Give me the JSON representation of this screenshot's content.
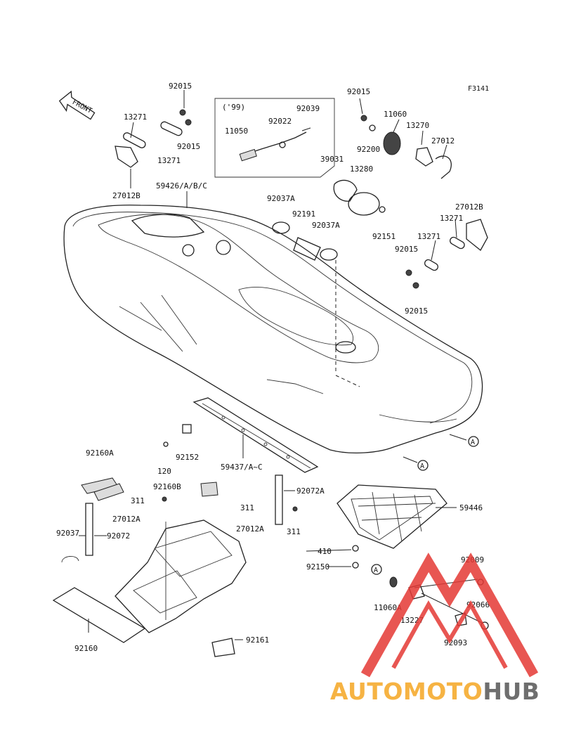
{
  "figure_code": "F3141",
  "front_label": "FRONT",
  "inset_label": "('99)",
  "callouts": [
    "A",
    "A",
    "A"
  ],
  "parts": [
    {
      "id": "p1",
      "number": "92015"
    },
    {
      "id": "p2",
      "number": "13271"
    },
    {
      "id": "p3",
      "number": "92015"
    },
    {
      "id": "p4",
      "number": "13271"
    },
    {
      "id": "p5",
      "number": "27012B"
    },
    {
      "id": "p6",
      "number": "59426/A/B/C"
    },
    {
      "id": "p7",
      "number": "92039"
    },
    {
      "id": "p8",
      "number": "92022"
    },
    {
      "id": "p9",
      "number": "11050"
    },
    {
      "id": "p10",
      "number": "92015"
    },
    {
      "id": "p11",
      "number": "11060"
    },
    {
      "id": "p12",
      "number": "13270"
    },
    {
      "id": "p13",
      "number": "27012"
    },
    {
      "id": "p14",
      "number": "92200"
    },
    {
      "id": "p15",
      "number": "39031"
    },
    {
      "id": "p16",
      "number": "13280"
    },
    {
      "id": "p17",
      "number": "92037A"
    },
    {
      "id": "p18",
      "number": "92191"
    },
    {
      "id": "p19",
      "number": "92037A"
    },
    {
      "id": "p20",
      "number": "92151"
    },
    {
      "id": "p21",
      "number": "27012B"
    },
    {
      "id": "p22",
      "number": "13271"
    },
    {
      "id": "p23",
      "number": "13271"
    },
    {
      "id": "p24",
      "number": "92015"
    },
    {
      "id": "p25",
      "number": "92015"
    },
    {
      "id": "p26",
      "number": "92160A"
    },
    {
      "id": "p27",
      "number": "92152"
    },
    {
      "id": "p28",
      "number": "120"
    },
    {
      "id": "p29",
      "number": "59437/A~C"
    },
    {
      "id": "p30",
      "number": "92160B"
    },
    {
      "id": "p31",
      "number": "92072A"
    },
    {
      "id": "p32",
      "number": "311"
    },
    {
      "id": "p33",
      "number": "311"
    },
    {
      "id": "p34",
      "number": "27012A"
    },
    {
      "id": "p35",
      "number": "27012A"
    },
    {
      "id": "p36",
      "number": "311"
    },
    {
      "id": "p37",
      "number": "59446"
    },
    {
      "id": "p38",
      "number": "92037"
    },
    {
      "id": "p39",
      "number": "92072"
    },
    {
      "id": "p40",
      "number": "410"
    },
    {
      "id": "p41",
      "number": "92009"
    },
    {
      "id": "p42",
      "number": "92150"
    },
    {
      "id": "p43",
      "number": "11060A"
    },
    {
      "id": "p44",
      "number": "92066"
    },
    {
      "id": "p45",
      "number": "13227"
    },
    {
      "id": "p46",
      "number": "92093"
    },
    {
      "id": "p47",
      "number": "92160"
    },
    {
      "id": "p48",
      "number": "92161"
    }
  ],
  "watermark": {
    "part1": "AUTOMOTO",
    "part2": "HUB",
    "color1": "#f5a623",
    "color2": "#555555",
    "triangle_color": "#e53935"
  }
}
